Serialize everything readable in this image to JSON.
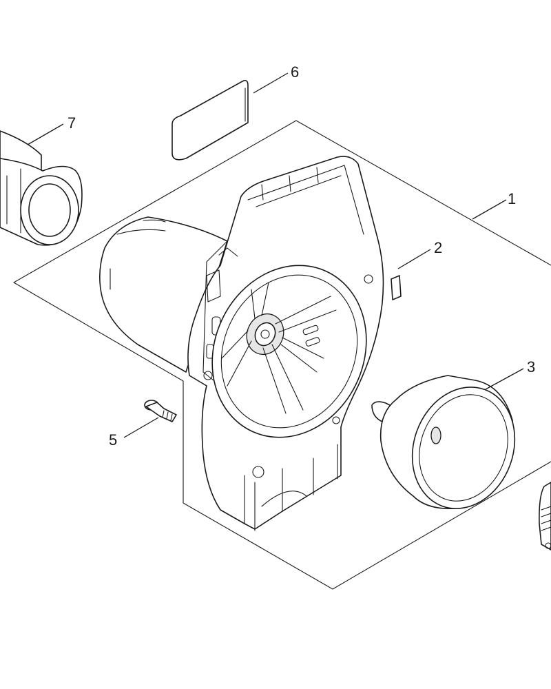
{
  "callouts": [
    {
      "id": "1",
      "text": "1"
    },
    {
      "id": "2",
      "text": "2"
    },
    {
      "id": "3",
      "text": "3"
    },
    {
      "id": "5",
      "text": "5"
    },
    {
      "id": "6",
      "text": "6"
    },
    {
      "id": "7",
      "text": "7"
    }
  ],
  "colors": {
    "ink": "#1a1a1a",
    "background": "#ffffff"
  }
}
